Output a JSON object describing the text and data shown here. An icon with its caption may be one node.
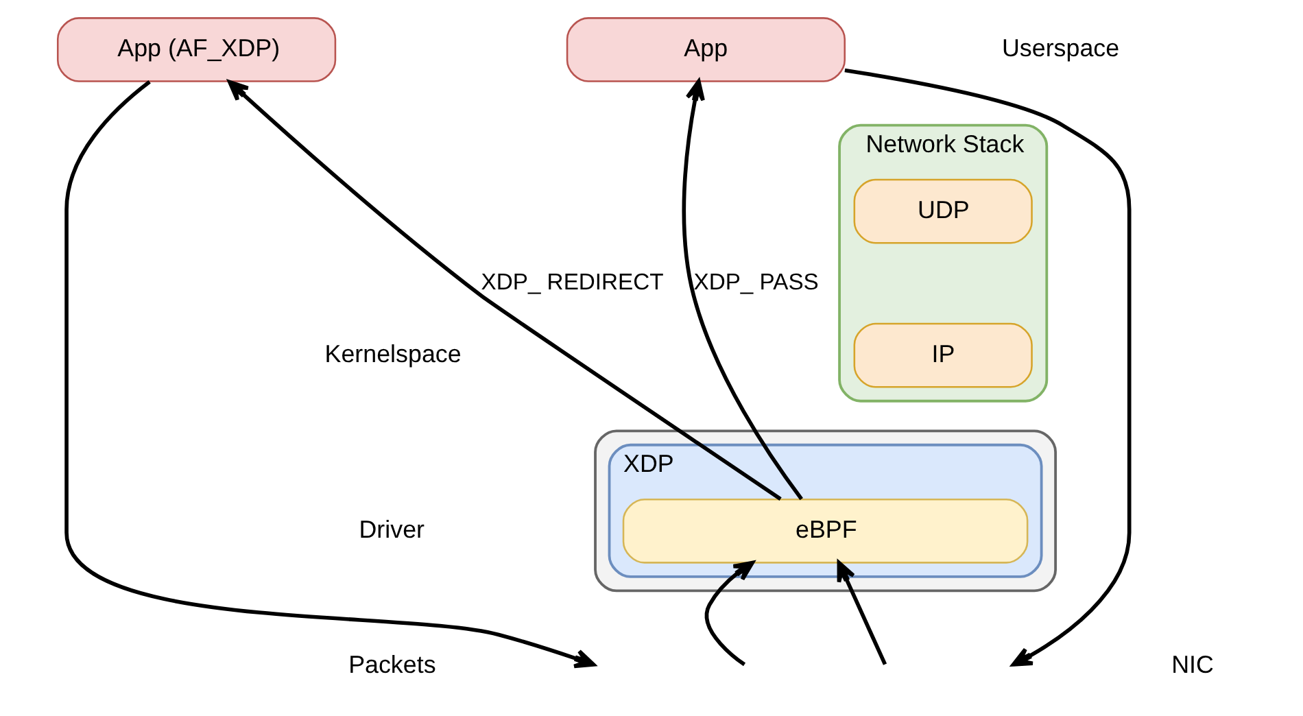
{
  "diagram": {
    "nodes": [
      {
        "text": [
          "App (AF_XDP)"
        ]
      },
      {
        "text": [
          "App"
        ]
      },
      {
        "text": [
          "Network Stack"
        ]
      },
      {
        "text": [
          "UDP"
        ],
        "in": 2
      },
      {
        "text": [
          "IP"
        ],
        "in": 2
      },
      {
        "text": [],
        "shape": "box"
      },
      {
        "text": [
          "XDP"
        ],
        "in": 5
      },
      {
        "text": [
          "eBPF"
        ],
        "in": 6
      }
    ],
    "edges": [
      {
        "from": 0,
        "to": null,
        "arrow": "to"
      },
      {
        "from": 7,
        "to": 0,
        "arrow": "to",
        "label": "XDP_ REDIRECT"
      },
      {
        "from": 7,
        "to": 1,
        "arrow": "to",
        "label": "XDP_ PASS"
      },
      {
        "from": 1,
        "to": null,
        "arrow": "to"
      },
      {
        "from": null,
        "to": 7,
        "arrow": "to"
      },
      {
        "from": null,
        "to": 7,
        "arrow": "to"
      }
    ],
    "labels": [
      "Userspace",
      "Kernelspace",
      "Driver",
      "Packets",
      "NIC"
    ]
  }
}
